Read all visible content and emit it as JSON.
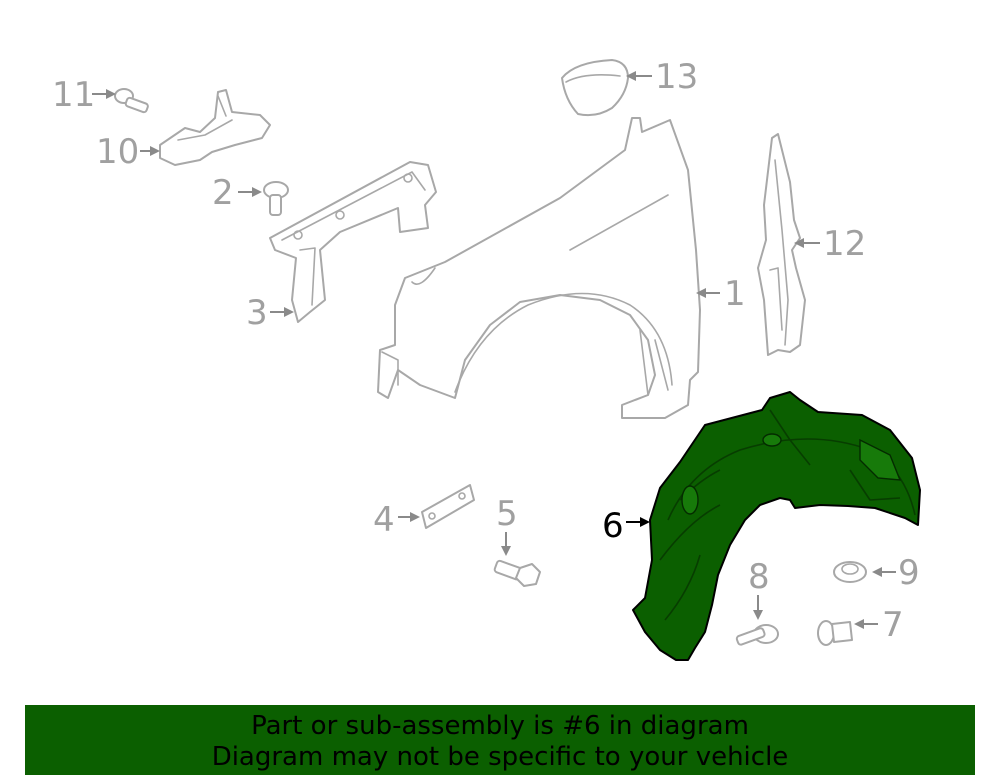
{
  "callouts": [
    {
      "id": "1",
      "label": "1"
    },
    {
      "id": "2",
      "label": "2"
    },
    {
      "id": "3",
      "label": "3"
    },
    {
      "id": "4",
      "label": "4"
    },
    {
      "id": "5",
      "label": "5"
    },
    {
      "id": "6",
      "label": "6",
      "highlighted": true
    },
    {
      "id": "7",
      "label": "7"
    },
    {
      "id": "8",
      "label": "8"
    },
    {
      "id": "9",
      "label": "9"
    },
    {
      "id": "10",
      "label": "10"
    },
    {
      "id": "11",
      "label": "11"
    },
    {
      "id": "12",
      "label": "12"
    },
    {
      "id": "13",
      "label": "13"
    }
  ],
  "colors": {
    "highlight": "#0b5f00",
    "line": "#a8a8a8",
    "callout_text": "#a0a0a0",
    "active_callout_text": "#000000"
  },
  "banner": {
    "line1": "Part or sub-assembly is #6 in diagram",
    "line2": "Diagram may not be specific to your vehicle"
  }
}
